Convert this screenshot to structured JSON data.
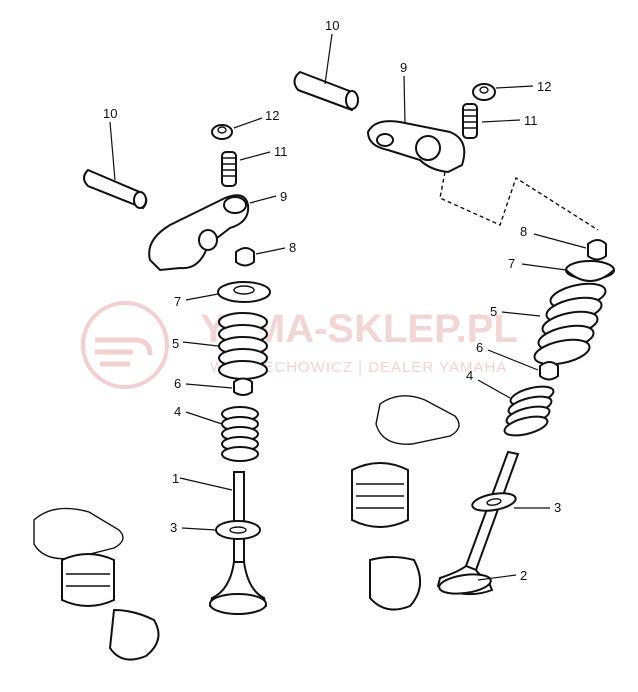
{
  "watermark": {
    "main": "YAMA-SKLEP.PL",
    "sub": "WOJCIECHOWICZ | DEALER YAMAHA"
  },
  "callouts": {
    "pin_left": "10",
    "pin_right": "10",
    "rocker_left": "9",
    "rocker_right": "9",
    "nut_left": "12",
    "nut_right": "12",
    "screw_left": "11",
    "screw_right": "11",
    "cotter_left": "8",
    "cotter_right": "8",
    "retainer_left": "7",
    "retainer_right": "7",
    "outer_spring_left": "5",
    "outer_spring_right": "5",
    "seal_left": "6",
    "seal_right": "6",
    "inner_spring_left": "4",
    "inner_spring_right": "4",
    "valve_left": "1",
    "valve_right": "2",
    "seat_left": "3",
    "seat_right": "3"
  }
}
